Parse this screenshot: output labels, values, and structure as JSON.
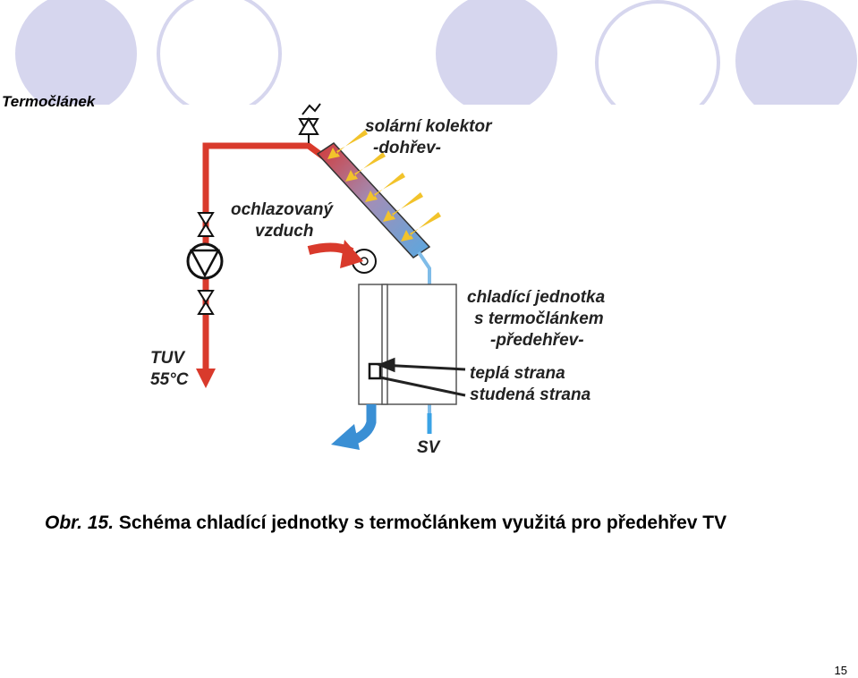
{
  "slide": {
    "title": "Termočlánek",
    "page_number": "15"
  },
  "theme": {
    "circle_fill": "#d6d6ee",
    "circle_outline": "#d6d6ee",
    "hot_pipe": "#d93a2c",
    "cold_pipe": "#3aa3e6",
    "sun_ray": "#f2c32b"
  },
  "diagram": {
    "labels": {
      "collector_1": "solární kolektor",
      "collector_2": "-dohřev-",
      "air_1": "ochlazovaný",
      "air_2": "vzduch",
      "unit_1": "chladící jednotka",
      "unit_2": "s termočlánkem",
      "unit_3": "-předehřev-",
      "warm_side": "teplá strana",
      "cold_side": "studená strana",
      "tuv_1": "TUV",
      "tuv_2": "55°C",
      "sv": "SV"
    }
  },
  "caption": {
    "prefix": "Obr. 15.",
    "text": " Schéma chladící jednotky s termočlánkem využitá pro předehřev TV"
  }
}
